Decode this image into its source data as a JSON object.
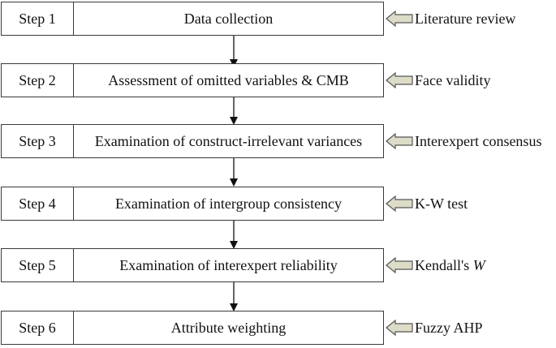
{
  "steps": [
    {
      "label": "Step 1",
      "description": "Data collection",
      "method": "Literature review",
      "method_italic": ""
    },
    {
      "label": "Step 2",
      "description": "Assessment of omitted variables & CMB",
      "method": "Face validity",
      "method_italic": ""
    },
    {
      "label": "Step 3",
      "description": "Examination of construct-irrelevant variances",
      "method": "Interexpert consensus",
      "method_italic": ""
    },
    {
      "label": "Step 4",
      "description": "Examination of intergroup consistency",
      "method": "K-W test",
      "method_italic": ""
    },
    {
      "label": "Step 5",
      "description": "Examination of interexpert reliability",
      "method": "Kendall's ",
      "method_italic": "W"
    },
    {
      "label": "Step 6",
      "description": "Attribute weighting",
      "method": "Fuzzy AHP",
      "method_italic": ""
    }
  ],
  "colors": {
    "border": "#3a3a3a",
    "arrow_fill": "#dcdcc8",
    "arrow_stroke": "#555555",
    "connector": "#111111"
  },
  "icons": {
    "step_connector": "arrow-down-icon",
    "method_pointer": "block-arrow-left-icon"
  }
}
